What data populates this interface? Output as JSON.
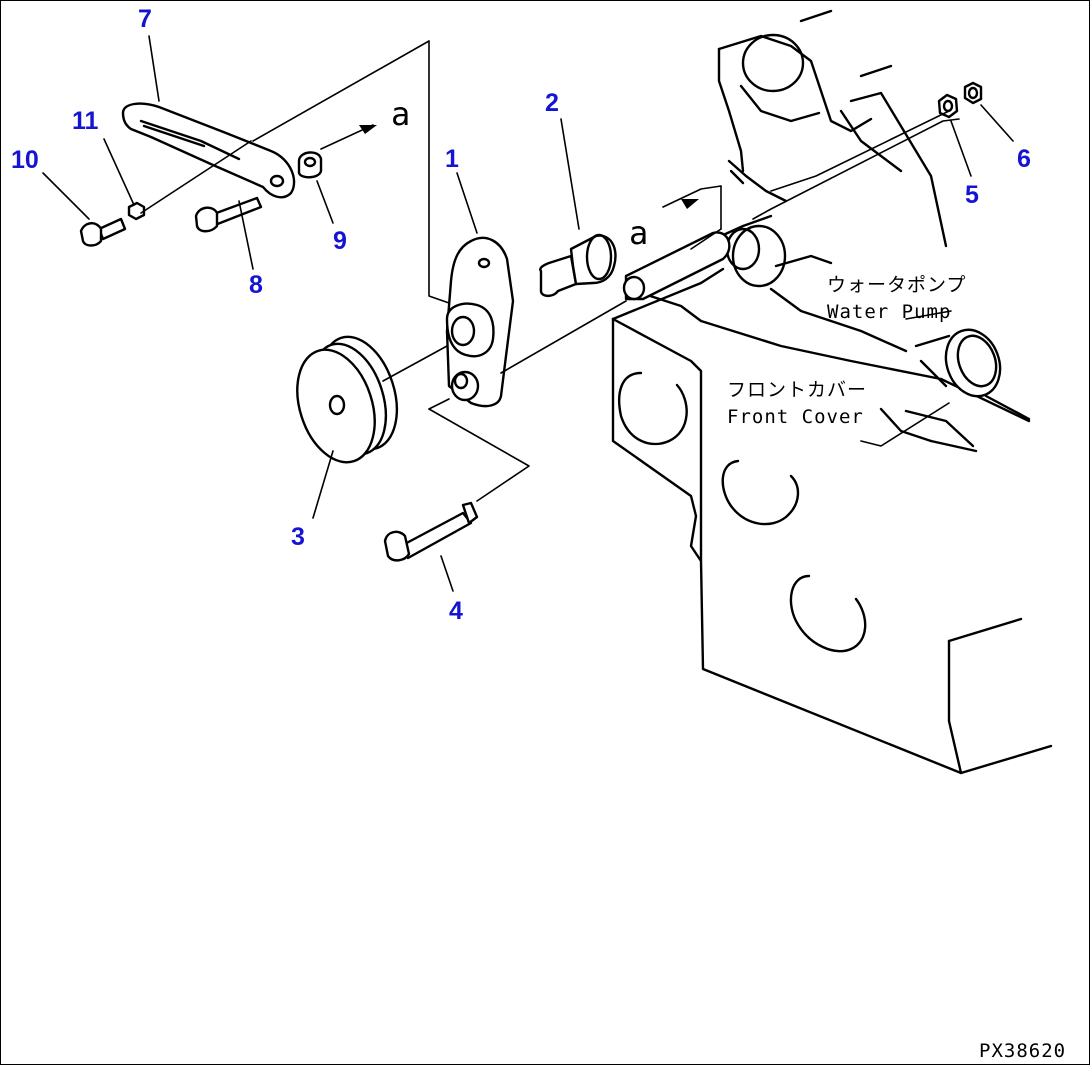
{
  "callouts": {
    "n1": "1",
    "n2": "2",
    "n3": "3",
    "n4": "4",
    "n5": "5",
    "n6": "6",
    "n7": "7",
    "n8": "8",
    "n9": "9",
    "n10": "10",
    "n11": "11"
  },
  "markers": {
    "a_left": "a",
    "a_right": "a"
  },
  "labels": {
    "water_pump_jp": "ウォータポンプ",
    "water_pump_en": "Water Pump",
    "front_cover_jp": "フロントカバー",
    "front_cover_en": "Front Cover"
  },
  "figure_id": "PX38620",
  "colors": {
    "callout": "#1414d2",
    "line": "#000000"
  }
}
